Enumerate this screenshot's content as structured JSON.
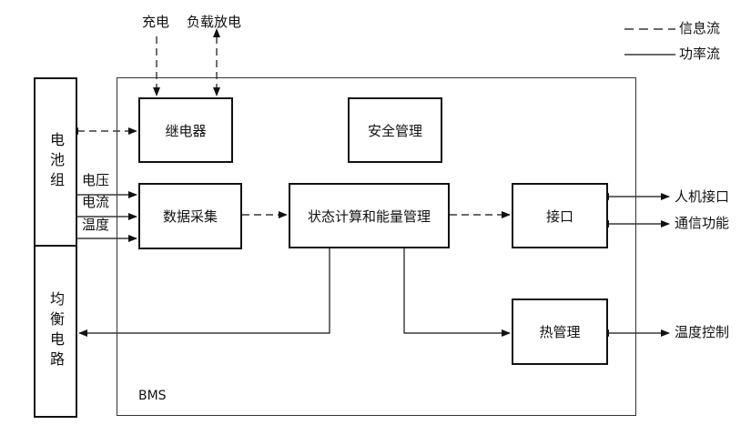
{
  "blocks": {
    "battery_pack": "电池组",
    "balance_circuit": "均衡电路",
    "relay": "继电器",
    "safety": "安全管理",
    "data_acq": "数据采集",
    "state_calc": "状态计算和能量管理",
    "interface": "接口",
    "thermal": "热管理",
    "bms": "BMS"
  },
  "labels": {
    "charge": "充电",
    "load_discharge": "负载放电",
    "voltage": "电压",
    "current": "电流",
    "temperature": "温度",
    "hmi": "人机接口",
    "comm": "通信功能",
    "temp_ctrl": "温度控制"
  },
  "legend": {
    "info_flow": "信息流",
    "power_flow": "功率流"
  }
}
